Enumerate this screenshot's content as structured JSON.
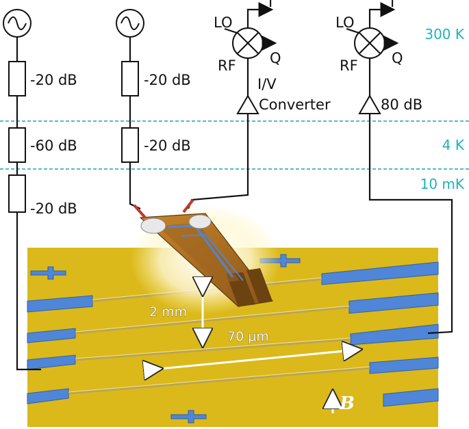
{
  "temperature_stages": {
    "stage_300k": "300 K",
    "stage_4k": "4 K",
    "stage_10mk": "10 mK"
  },
  "line1": {
    "source": "ac-source-icon",
    "attenuators": [
      "-20 dB",
      "-60 dB",
      "-20 dB"
    ]
  },
  "line2": {
    "source": "ac-source-icon",
    "attenuators": [
      "-20 dB",
      "-20 dB"
    ]
  },
  "demod1": {
    "lo": "LO",
    "i": "I",
    "q": "Q",
    "rf": "RF",
    "amp_label_line1": "I/V",
    "amp_label_line2": "Converter"
  },
  "demod2": {
    "lo": "LO",
    "i": "I",
    "q": "Q",
    "rf": "RF",
    "amp_label": "80 dB"
  },
  "image_annotations": {
    "tip_distance": "2 mm",
    "length": "70 μm",
    "field": "B"
  },
  "colors": {
    "substrate": "#e4c21c",
    "electrodes": "#4f86d8",
    "stage_lines": "#1aa3ad",
    "probe": "#c98a2a"
  }
}
